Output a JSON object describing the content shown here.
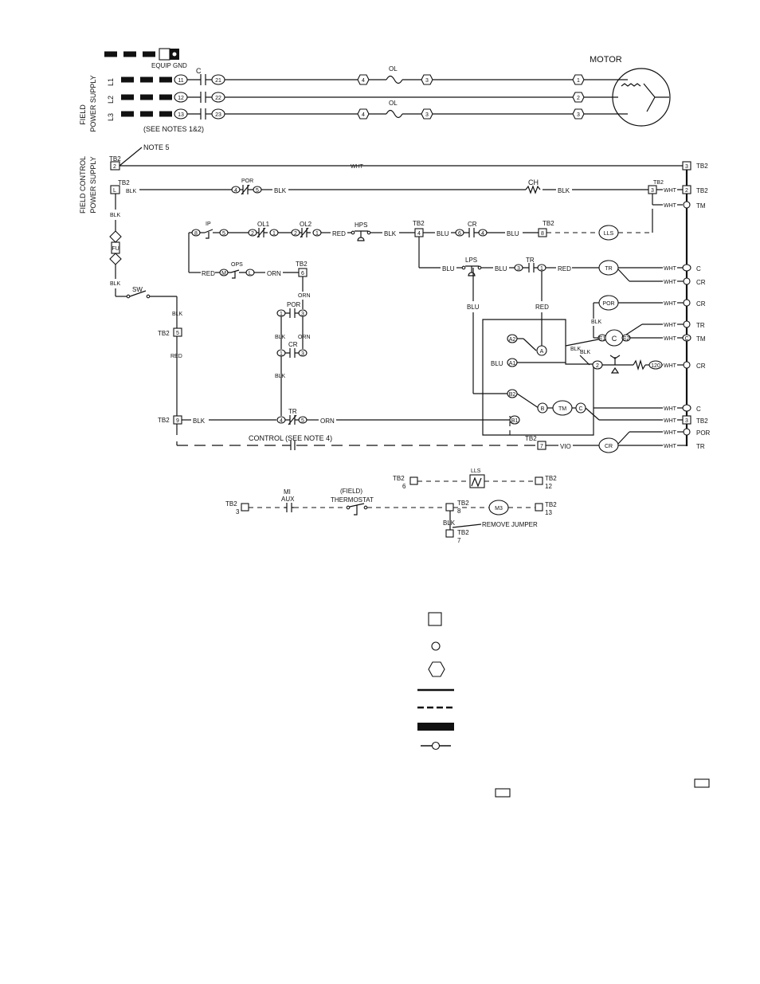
{
  "power": {
    "field_label": "FIELD",
    "supply_label": "POWER SUPPLY",
    "equip_gnd": "EQUIP GND",
    "lines": [
      "L1",
      "L2",
      "L3"
    ],
    "line_terms": [
      "11",
      "12",
      "13"
    ],
    "contactor_terms": [
      "21",
      "22",
      "23"
    ],
    "contactor": "C",
    "ol": "OL",
    "ol_in": "4",
    "ol_out": "3",
    "motor_terms": [
      "1",
      "2",
      "3"
    ],
    "motor": "MOTOR",
    "see_notes": "(SEE NOTES 1&2)"
  },
  "control": {
    "title1": "FIELD CONTROL",
    "title2": "POWER SUPPLY",
    "note5": "NOTE 5",
    "tb2": "TB2",
    "wht": "WHT",
    "blk": "BLK",
    "por": "POR",
    "ch": "CH",
    "fu": "FU",
    "sw": "SW",
    "red": "RED",
    "ip": "IP",
    "ol1": "OL1",
    "ol2": "OL2",
    "hps": "HPS",
    "blu": "BLU",
    "cr": "CR",
    "lls": "LLS",
    "lps": "LPS",
    "tr": "TR",
    "ops": "OPS",
    "orn": "ORN",
    "tm": "TM",
    "c": "C",
    "vio": "VIO",
    "control_note": "CONTROL (SEE NOTE 4)",
    "n1": "1",
    "n2": "2",
    "n3": "3",
    "n4": "4",
    "n5": "5",
    "n6": "6",
    "n7": "7",
    "n8": "8",
    "n9": "9",
    "l": "L",
    "m": "M",
    "a": "A",
    "a1": "A1",
    "a2": "A2",
    "b": "B",
    "b1": "B1",
    "b2": "B2",
    "e1": "E1",
    "e2": "E2",
    "n120": "120"
  },
  "aux": {
    "mi": "MI",
    "aux": "AUX",
    "field": "(FIELD)",
    "thermostat": "THERMOSTAT",
    "tb2": "TB2",
    "lls": "LLS",
    "m3": "M3",
    "blk": "BLK",
    "remove_jumper": "REMOVE JUMPER",
    "t3": "3",
    "t6": "6",
    "t7": "7",
    "t8": "8",
    "t12": "12",
    "t13": "13"
  },
  "legend": {
    "items": [
      "terminal-block",
      "terminal",
      "splice",
      "factory-wiring",
      "field-control-wiring",
      "field-power-wiring",
      "contact"
    ]
  }
}
